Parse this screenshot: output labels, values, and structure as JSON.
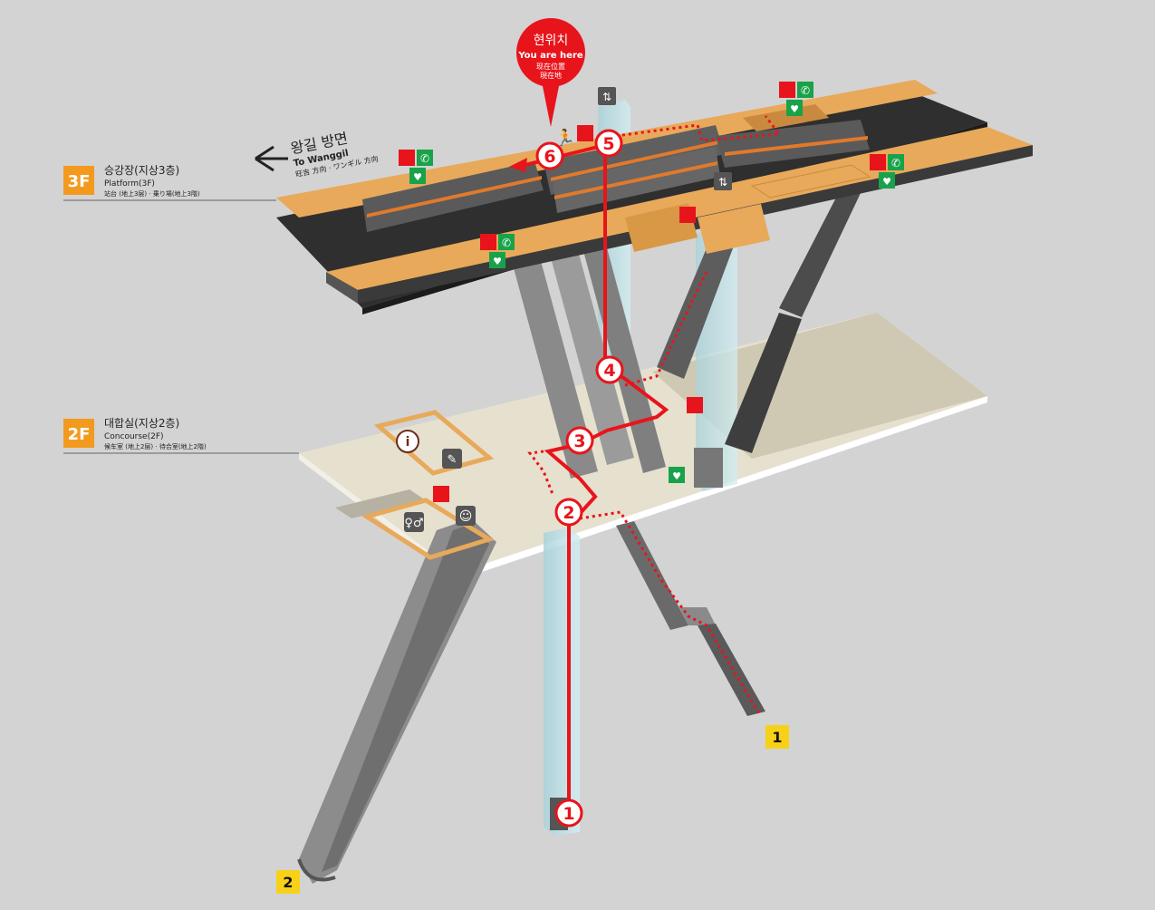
{
  "floors": {
    "platform": {
      "badge": "3F",
      "title": "승강장(지상3층)",
      "en": "Platform(3F)",
      "sub": "站台 (地上3层) · 乗り場(地上3階)"
    },
    "concourse": {
      "badge": "2F",
      "title": "대합실(지상2층)",
      "en": "Concourse(2F)",
      "sub": "候车室 (地上2层) · 待合室(地上2階)"
    }
  },
  "direction": {
    "ko": "왕길 방면",
    "en": "To Wanggil",
    "sub": "旺吉 方向 · ワンギル 方向"
  },
  "you_are_here": {
    "ko": "현위치",
    "en": "You are here",
    "cn": "现在位置",
    "jp": "現在地"
  },
  "route_steps": [
    "1",
    "2",
    "3",
    "4",
    "5",
    "6"
  ],
  "exits": [
    "1",
    "2"
  ],
  "colors": {
    "background": "#d3d3d3",
    "platform": "#e8a95a",
    "concourse": "#e6e0cf",
    "route": "#e8141b",
    "floor_badge": "#f39a1e",
    "exit_badge": "#f7d118",
    "emergency_green": "#18a34a",
    "glass": "#b9dde4"
  },
  "icons": [
    "information-icon",
    "ticket-machine-icon",
    "restroom-icon",
    "nursing-room-icon",
    "elevator-icon",
    "fire-extinguisher-icon",
    "emergency-phone-icon",
    "aed-icon",
    "running-man-icon",
    "arrow-left-icon"
  ]
}
